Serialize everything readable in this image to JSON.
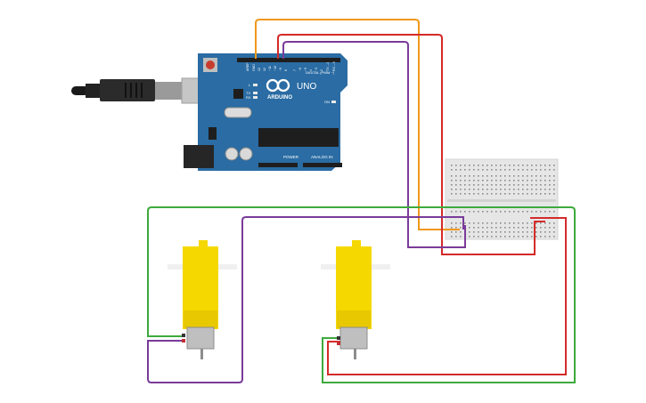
{
  "board": {
    "brand": "ARDUINO",
    "model": "UNO",
    "header_digital": "DIGITAL (PWM ~)",
    "header_power": "POWER",
    "header_analog": "ANALOG IN",
    "led_on": "ON",
    "led_l": "L",
    "led_tx": "TX",
    "led_rx": "RX",
    "pin_aref": "AREF",
    "pin_gnd": "GND",
    "pin_13": "13",
    "pin_12": "12",
    "pin_11": "~11",
    "pin_10": "~10",
    "pin_9": "~9",
    "pin_8": "8",
    "pin_7": "7",
    "pin_6": "~6",
    "pin_5": "~5",
    "pin_4": "4",
    "pin_3": "~3",
    "pin_2": "2",
    "pin_tx1": "TX→1",
    "pin_rx0": "RX←0"
  },
  "colors": {
    "board": "#2a6ca3",
    "breadboard": "#e6e6e6",
    "motor_body": "#f5d800",
    "wire_orange": "#f0981c",
    "wire_red": "#d42a2a",
    "wire_purple": "#7a3b99",
    "wire_green": "#3daa3d"
  }
}
